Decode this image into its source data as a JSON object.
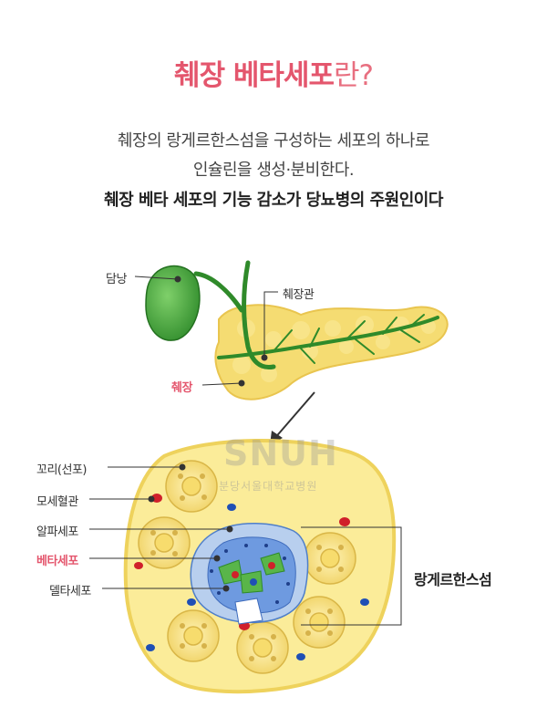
{
  "title": {
    "accent": "췌장 베타세포",
    "rest": "란?"
  },
  "description": {
    "line1": "췌장의 랑게르한스섬을 구성하는 세포의 하나로",
    "line2": "인슐린을 생성·분비한다.",
    "line3": "췌장 베타 세포의 기능 감소가 당뇨병의 주원인이다"
  },
  "labels": {
    "gallbladder": "담낭",
    "pancreatic_duct": "췌장관",
    "pancreas": "췌장",
    "tail_acinar": "꼬리(선포)",
    "capillary": "모세혈관",
    "alpha_cell": "알파세포",
    "beta_cell": "베타세포",
    "delta_cell": "델타세포",
    "islet": "랑게르한스섬"
  },
  "watermark": {
    "logo": "SNUH",
    "sub": "분당서울대학교병원"
  },
  "colors": {
    "accent": "#e4566d",
    "pancreas": "#f7e07e",
    "islet_blue": "#6e9ae0",
    "beta_green": "#59b54a",
    "vessel_red": "#d0202a",
    "vessel_blue": "#1f4fb5"
  }
}
